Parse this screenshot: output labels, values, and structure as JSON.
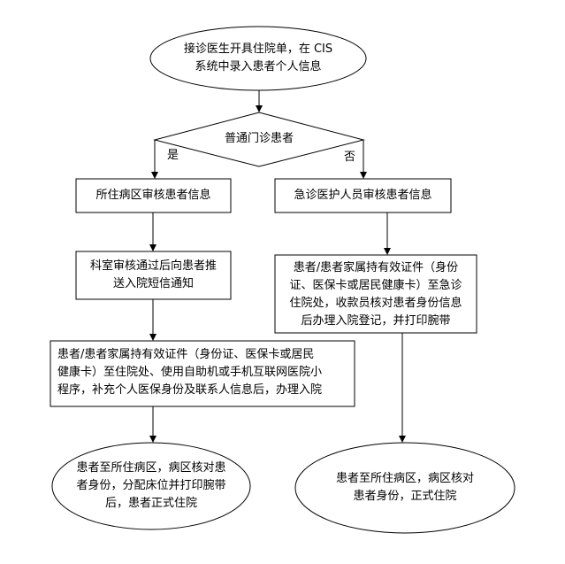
{
  "nodes": {
    "start": {
      "line1": "接诊医生开具住院单，在 CIS",
      "line2": "系统中录入患者个人信息"
    },
    "decision": {
      "label": "普通门诊患者",
      "yes": "是",
      "no": "否"
    },
    "left_review": {
      "label": "所住病区审核患者信息"
    },
    "right_review": {
      "label": "急诊医护人员审核患者信息"
    },
    "left_notify": {
      "line1": "科室审核通过后向患者推",
      "line2": "送入院短信通知"
    },
    "right_register": {
      "line1": "患者/患者家属持有效证件（身份",
      "line2": "证、医保卡或居民健康卡）至急诊",
      "line3": "住院处，收款员核对患者身份信息",
      "line4": "后办理入院登记，并打印腕带"
    },
    "left_register": {
      "line1": "患者/患者家属持有效证件（身份证、医保卡或居民",
      "line2": "健康卡）至住院处、使用自助机或手机互联网医院小",
      "line3": "程序，补充个人医保身份及联系人信息后，办理入院"
    },
    "left_end": {
      "line1": "患者至所住病区，病区核对患",
      "line2": "者身份，分配床位并打印腕带",
      "line3": "后，患者正式住院"
    },
    "right_end": {
      "line1": "患者至所住病区，病区核对",
      "line2": "患者身份，正式住院"
    }
  }
}
